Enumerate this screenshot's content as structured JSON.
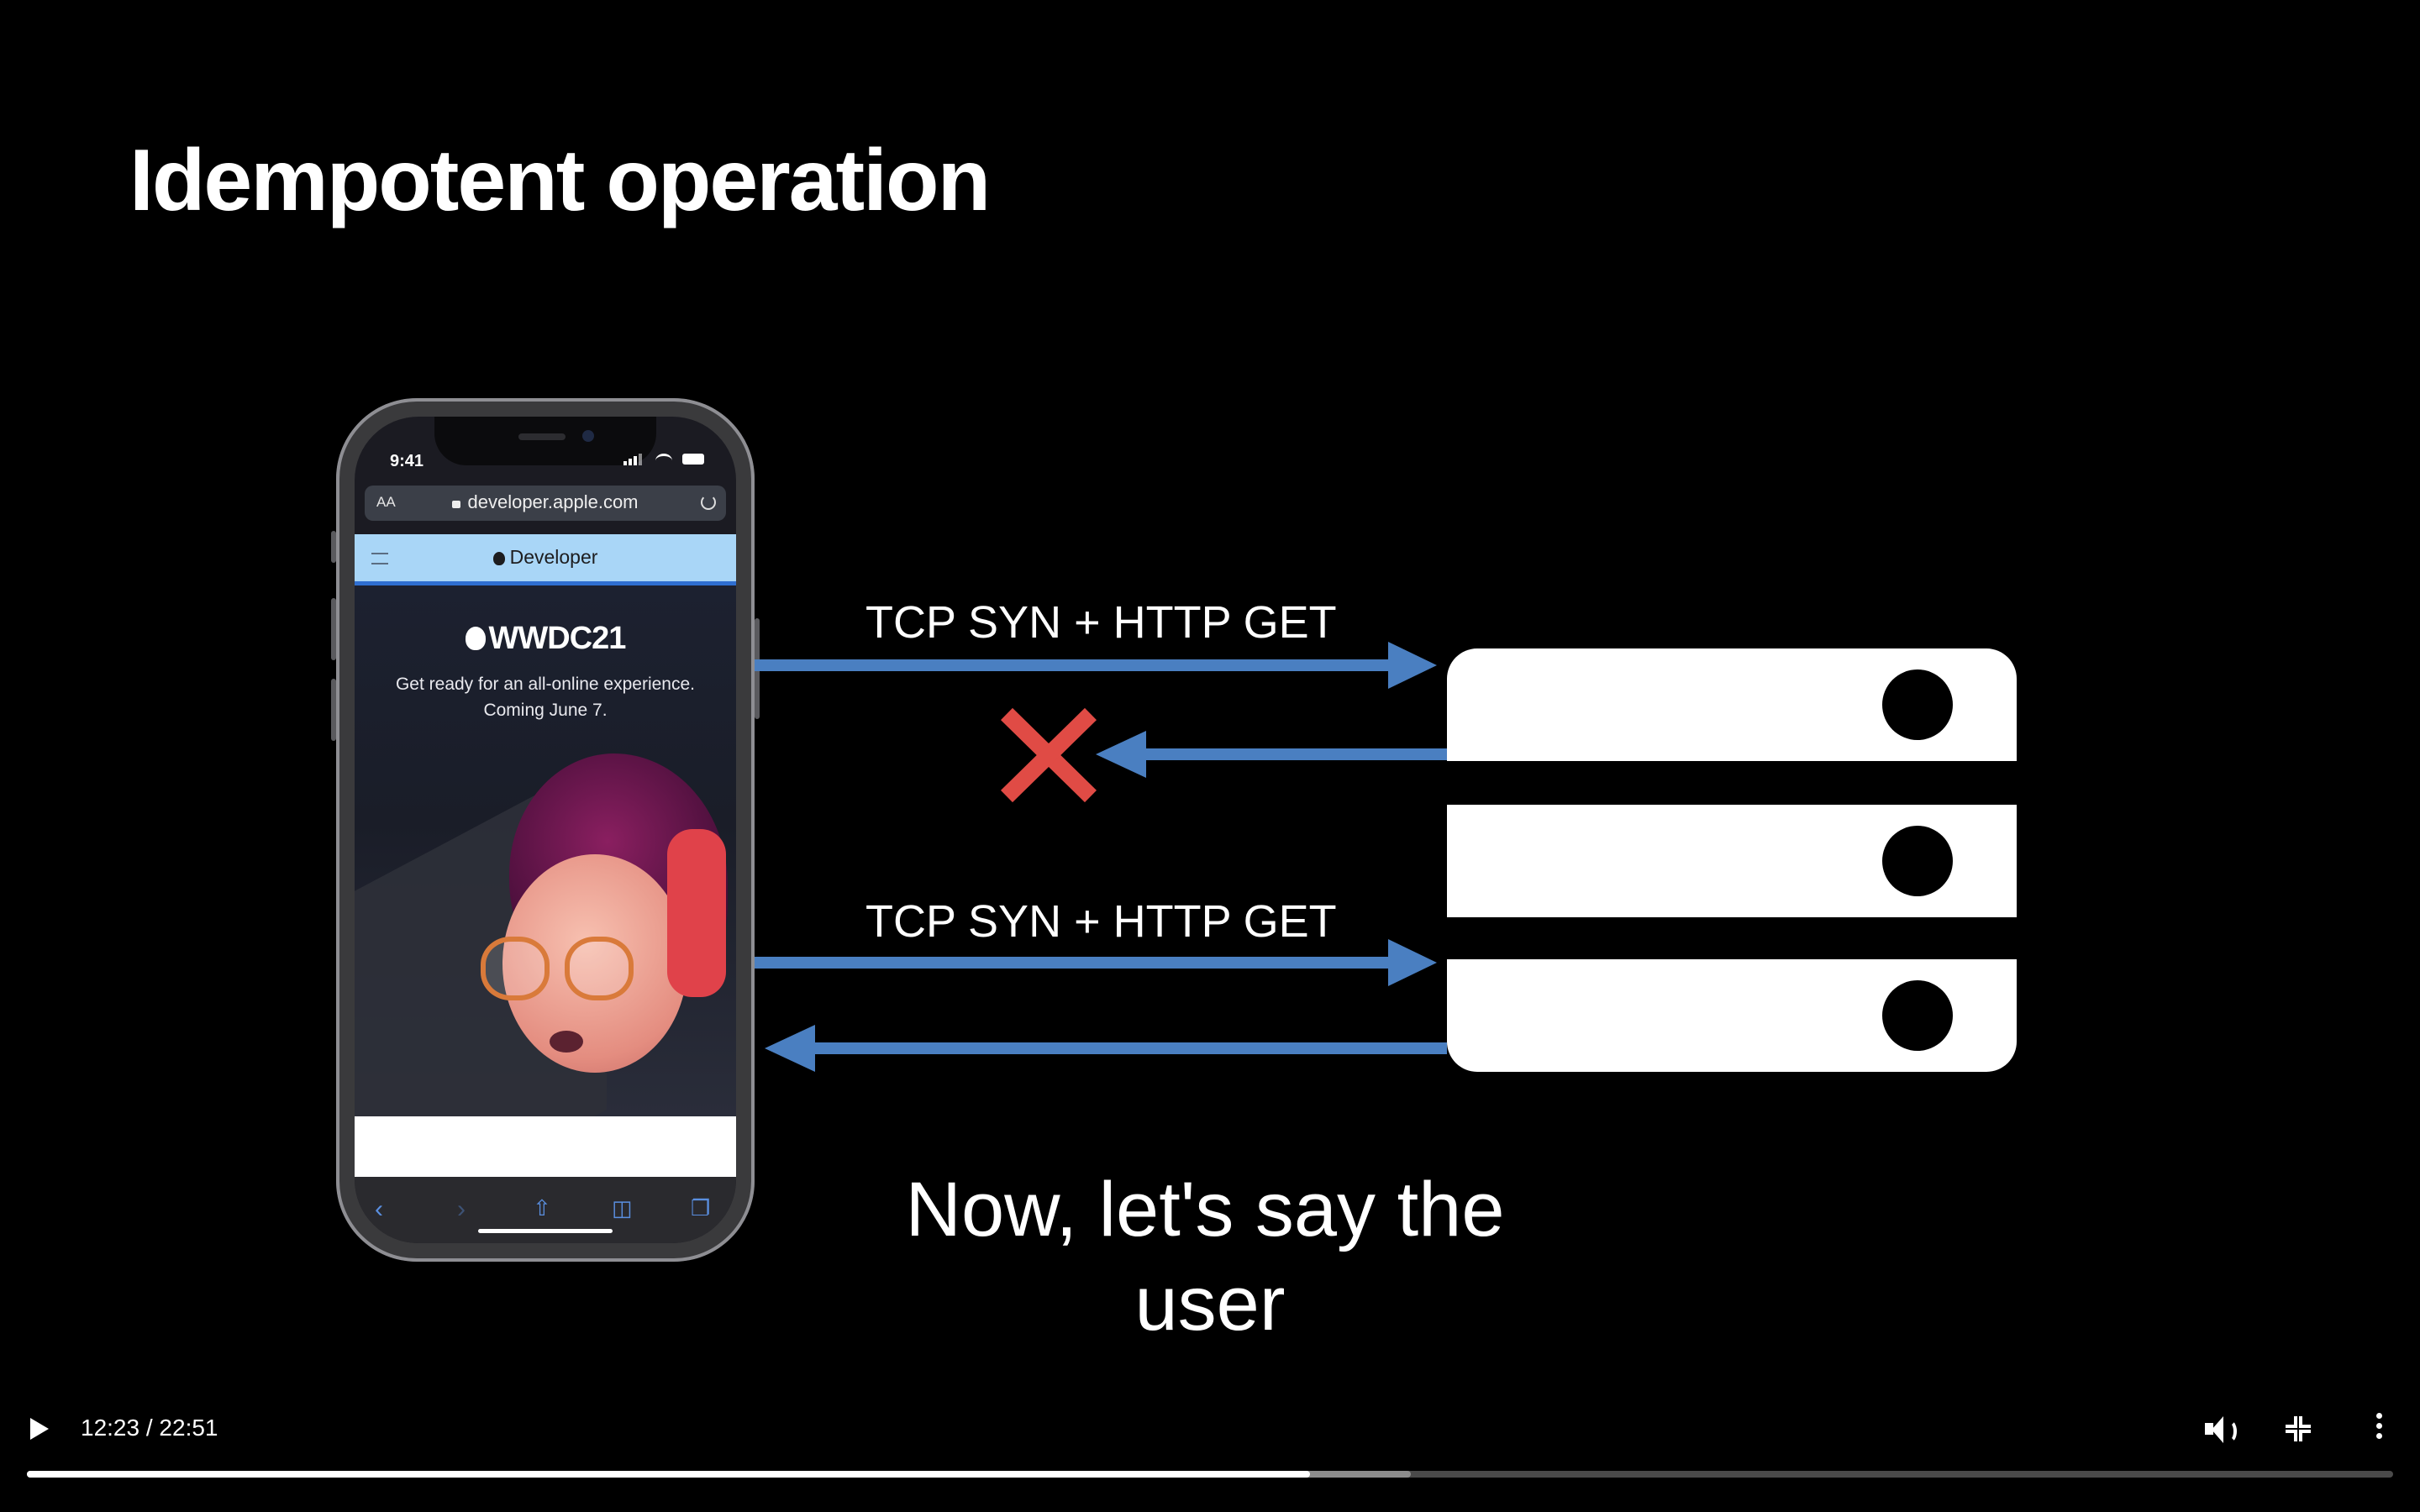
{
  "slide": {
    "title": "Idempotent operation",
    "caption_line1": "Now, let's say the",
    "caption_line2": "user"
  },
  "phone": {
    "status_time": "9:41",
    "url_aa": "AA",
    "url": "developer.apple.com",
    "site_name": "Developer",
    "promo_title": "WWDC21",
    "promo_subtitle": "Get ready for an all-online experience. Coming June 7."
  },
  "diagram": {
    "request1_label": "TCP SYN + HTTP GET",
    "request2_label": "TCP SYN + HTTP GET",
    "arrow_color": "#4a7fc1",
    "fail_mark_color": "#e04b45",
    "server_color": "#ffffff"
  },
  "player": {
    "current_time": "12:23",
    "duration": "22:51",
    "time_separator": " / ",
    "played_fraction": 0.5423,
    "buffered_fraction": 0.585,
    "icons": [
      "play-icon",
      "volume-icon",
      "exit-fullscreen-icon",
      "more-options-icon"
    ]
  }
}
